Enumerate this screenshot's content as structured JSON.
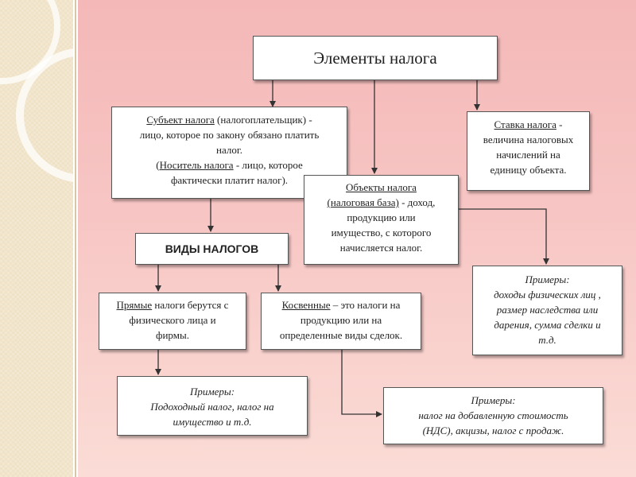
{
  "title": "Элементы налога",
  "subject": {
    "term": "Субъект налога",
    "line1_rest": " (налогоплательщик) -",
    "line2": "лицо, которое по закону обязано платить",
    "line3": "налог.",
    "bearer_open": "(",
    "bearer_term": "Носитель налога",
    "bearer_rest": " - лицо, которое",
    "line5": "фактически платит налог)."
  },
  "rate": {
    "term": "Ставка налога",
    "rest": " -",
    "line2": "величина налоговых",
    "line3": "начислений на",
    "line4": "единицу объекта."
  },
  "object": {
    "term": "Объекты налога",
    "base_term": "(налоговая база)",
    "base_rest": " - доход,",
    "line3": "продукцию или",
    "line4": "имущество, с которого",
    "line5": "начисляется налог."
  },
  "types": {
    "label": "ВИДЫ НАЛОГОВ"
  },
  "direct": {
    "term": "Прямые",
    "rest": " налоги берутся с",
    "line2": "физического лица и",
    "line3": "фирмы."
  },
  "indirect": {
    "term": "Косвенные",
    "rest": " – это налоги на",
    "line2": "продукцию или на",
    "line3": "определенные виды сделок."
  },
  "examples_right": {
    "heading": "Примеры:",
    "line1": "доходы  физических лиц ,",
    "line2": "размер наследства или",
    "line3": "дарения, сумма сделки и",
    "line4": "т.д."
  },
  "examples_direct": {
    "heading": "Примеры:",
    "line1": "Подоходный налог, налог на",
    "line2": "имущество и т.д."
  },
  "examples_indirect": {
    "heading": "Примеры:",
    "line1": "налог  на добавленную стоимость",
    "line2": "(НДС), акцизы, налог с продаж."
  }
}
